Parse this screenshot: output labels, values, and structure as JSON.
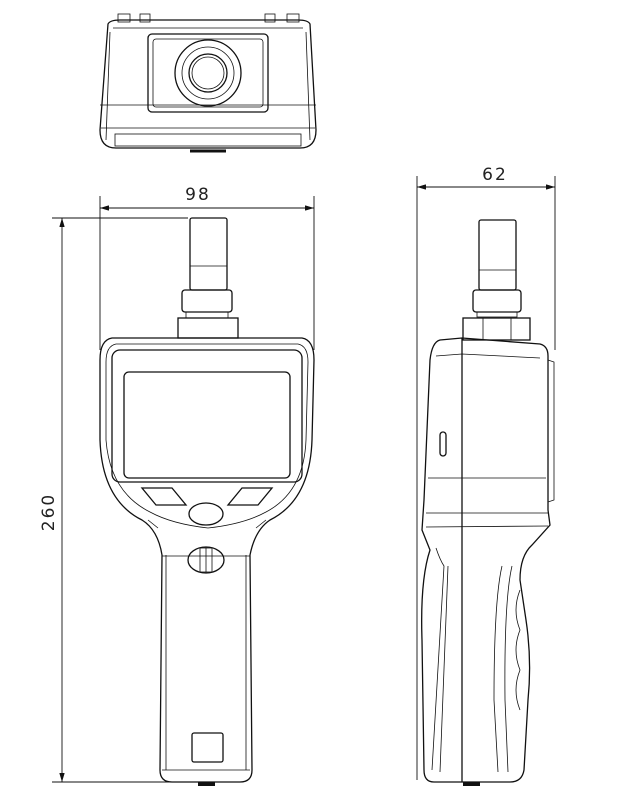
{
  "dimensions": {
    "front_width": "98",
    "side_depth": "62",
    "total_height": "260"
  },
  "colors": {
    "line": "#111111",
    "background": "#ffffff"
  }
}
